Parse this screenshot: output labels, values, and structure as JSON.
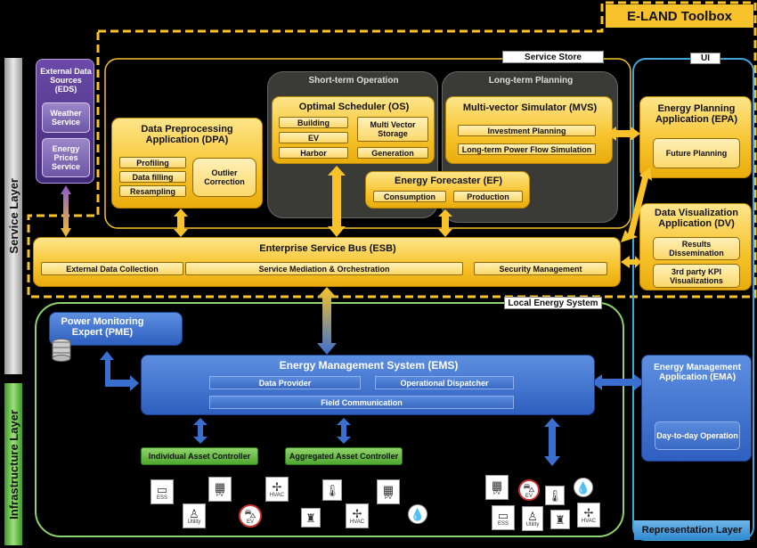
{
  "layers": {
    "service": "Service Layer",
    "infrastructure": "Infrastructure Layer",
    "representation": "Representation Layer"
  },
  "toolbox": {
    "title": "E-LAND Toolbox",
    "service_store": "Service Store",
    "ui": "UI"
  },
  "eds": {
    "title": "External Data Sources (EDS)",
    "items": [
      "Weather Service",
      "Energy Prices Service"
    ]
  },
  "dpa": {
    "title": "Data Preprocessing Application (DPA)",
    "items": [
      "Profiling",
      "Data filling",
      "Resampling"
    ],
    "side": "Outlier Correction"
  },
  "short_term": {
    "title": "Short-term Operation"
  },
  "long_term": {
    "title": "Long-term Planning"
  },
  "os": {
    "title": "Optimal Scheduler (OS)",
    "items": [
      "Building",
      "EV",
      "Harbor"
    ],
    "side": [
      "Multi Vector Storage",
      "Generation"
    ]
  },
  "ef": {
    "title": "Energy Forecaster (EF)",
    "items": [
      "Consumption",
      "Production"
    ]
  },
  "mvs": {
    "title": "Multi-vector Simulator (MVS)",
    "items": [
      "Investment Planning",
      "Long-term Power Flow Simulation"
    ]
  },
  "epa": {
    "title": "Energy Planning Application (EPA)",
    "item": "Future Planning"
  },
  "dv": {
    "title": "Data Visualization Application (DV)",
    "items": [
      "Results Dissemination",
      "3rd party KPI Visualizations"
    ]
  },
  "esb": {
    "title": "Enterprise Service Bus (ESB)",
    "items": [
      "External Data Collection",
      "Service Mediation & Orchestration",
      "Security Management"
    ]
  },
  "local": {
    "title": "Local Energy System"
  },
  "pme": {
    "title": "Power Monitoring Expert (PME)"
  },
  "ems": {
    "title": "Energy Management System (EMS)",
    "items": [
      "Data Provider",
      "Operational Dispatcher",
      "Field Communication"
    ]
  },
  "ema": {
    "title": "Energy Management Application (EMA)",
    "item": "Day-to-day Operation"
  },
  "controllers": {
    "individual": "Individual Asset Controller",
    "aggregated": "Aggregated Asset Controller"
  },
  "assets": {
    "ess": "ESS",
    "pv": "PV",
    "utility": "Utility",
    "ev": "EV",
    "hvac": "HVAC"
  },
  "colors": {
    "yellow": "#f7c22a",
    "blue": "#2f5fc0",
    "green": "#4ea62f",
    "purple": "#6b4aa8",
    "ui_border": "#3fa6d8"
  }
}
